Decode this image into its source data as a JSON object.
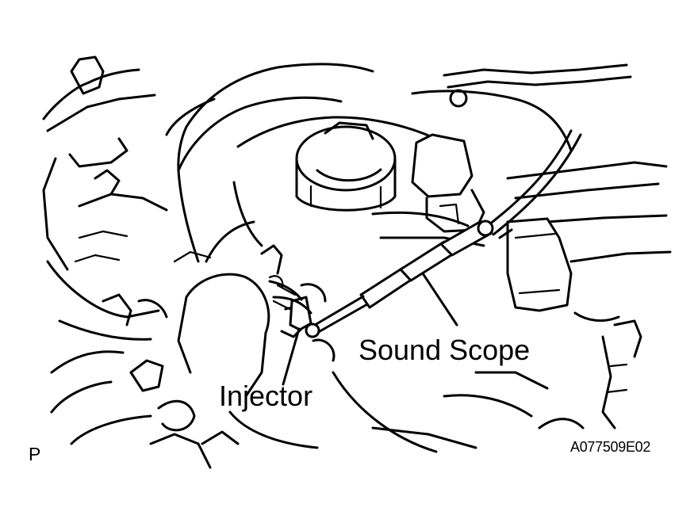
{
  "labels": {
    "sound_scope": "Sound Scope",
    "injector": "Injector",
    "view_marker": "P",
    "figure_code": "A077509E02"
  }
}
